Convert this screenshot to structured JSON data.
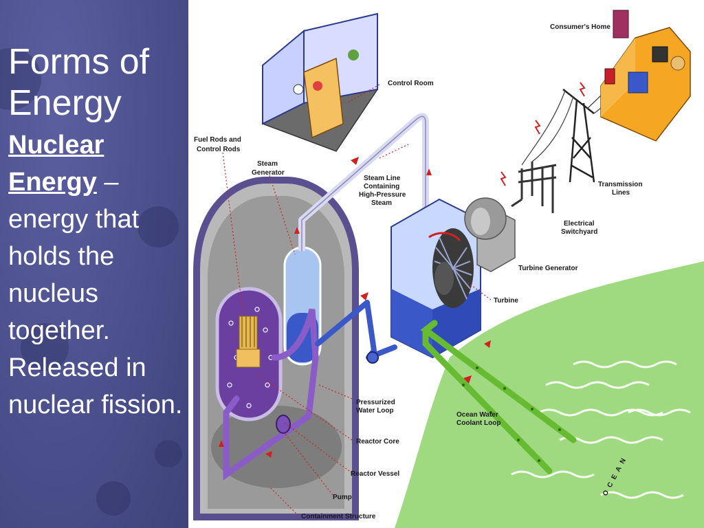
{
  "slide": {
    "title": "Forms of Energy",
    "term": "Nuclear Energy",
    "separator": " – ",
    "definition": "energy that holds the nucleus together. Released in nuclear fission."
  },
  "diagram": {
    "labels": {
      "consumers_home": "Consumer's Home",
      "control_room": "Control Room",
      "fuel_rods_1": "Fuel Rods and",
      "fuel_rods_2": "Control Rods",
      "steam_gen_1": "Steam",
      "steam_gen_2": "Generator",
      "steam_line_1": "Steam Line",
      "steam_line_2": "Containing",
      "steam_line_3": "High-Pressure",
      "steam_line_4": "Steam",
      "transmission_1": "Transmission",
      "transmission_2": "Lines",
      "switchyard_1": "Electrical",
      "switchyard_2": "Switchyard",
      "turbine_generator": "Turbine Generator",
      "turbine": "Turbine",
      "pressurized_1": "Pressurized",
      "pressurized_2": "Water Loop",
      "ocean_coolant_1": "Ocean Water",
      "ocean_coolant_2": "Coolant Loop",
      "reactor_core": "Reactor Core",
      "reactor_vessel": "Reactor Vessel",
      "pump": "Pump",
      "containment": "Containment Structure",
      "ocean": "OCEAN"
    },
    "colors": {
      "panel": "#4b4f8c",
      "reactor_purple": "#6b3fa0",
      "water_blue": "#3a58c8",
      "coolant_green": "#66bb33",
      "house_orange": "#f5a623",
      "ocean_green": "#8fd46a"
    }
  }
}
